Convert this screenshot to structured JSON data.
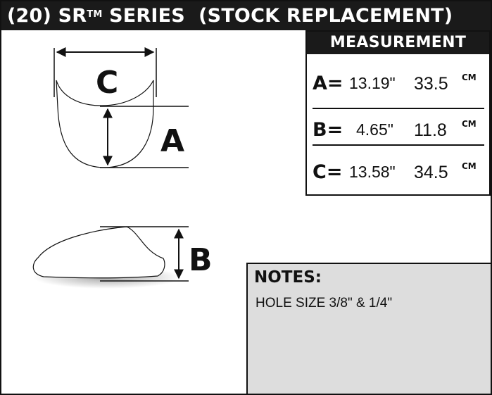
{
  "header": {
    "title_prefix": "(20) SR",
    "title_mark": "TM",
    "title_suffix": " SERIES  (STOCK REPLACEMENT)"
  },
  "diagram": {
    "labels": {
      "a": "A",
      "b": "B",
      "c": "C"
    }
  },
  "measurement": {
    "heading": "MEASUREMENT",
    "rows": [
      {
        "label": "A=",
        "inches": "13.19\"",
        "cm": "33.5",
        "unit": "CM"
      },
      {
        "label": "B=",
        "inches": "4.65\"",
        "cm": "11.8",
        "unit": "CM"
      },
      {
        "label": "C=",
        "inches": "13.58\"",
        "cm": "34.5",
        "unit": "CM"
      }
    ]
  },
  "notes": {
    "title": "NOTES:",
    "text": "HOLE SIZE 3/8\" & 1/4\""
  },
  "colors": {
    "header_bg": "#1a1a1a",
    "notes_bg": "#dddddd",
    "ink": "#111111"
  }
}
